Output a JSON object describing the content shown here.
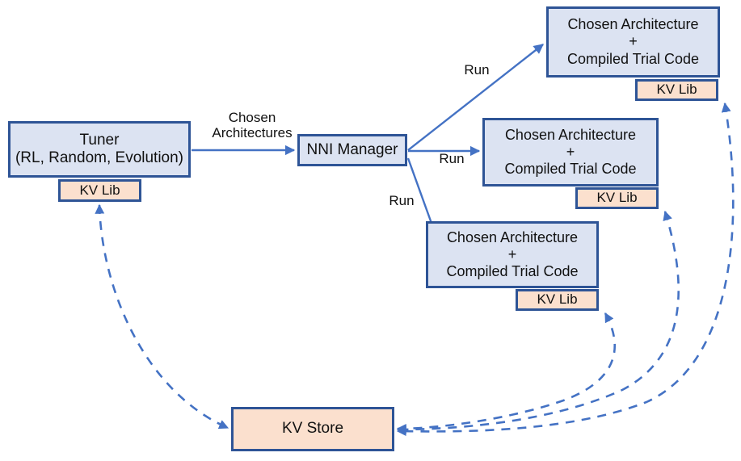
{
  "diagram": {
    "title": "NNI Tuner / Trial / KV Store architecture",
    "colors": {
      "border": "#2E5496",
      "box_blue_fill": "#DCE3F2",
      "box_peach_fill": "#FBE0CE",
      "arrow_solid": "#4472C4",
      "arrow_dashed": "#4472C4",
      "background": "#FFFFFF",
      "text": "#111111"
    },
    "nodes": {
      "tuner": {
        "label": "Tuner\n(RL, Random, Evolution)",
        "kind": "blue-box"
      },
      "tuner_kvlib": {
        "label": "KV Lib",
        "kind": "peach-box"
      },
      "nni_manager": {
        "label": "NNI Manager",
        "kind": "blue-box"
      },
      "trial_top": {
        "label": "Chosen Architecture\n+\nCompiled Trial Code",
        "kind": "blue-box"
      },
      "trial_top_kvlib": {
        "label": "KV Lib",
        "kind": "peach-box"
      },
      "trial_mid": {
        "label": "Chosen Architecture\n+\nCompiled Trial Code",
        "kind": "blue-box"
      },
      "trial_mid_kvlib": {
        "label": "KV Lib",
        "kind": "peach-box"
      },
      "trial_bot": {
        "label": "Chosen Architecture\n+\nCompiled Trial Code",
        "kind": "blue-box"
      },
      "trial_bot_kvlib": {
        "label": "KV Lib",
        "kind": "peach-box"
      },
      "kv_store": {
        "label": "KV Store",
        "kind": "peach-box"
      }
    },
    "edge_labels": {
      "chosen_architectures": "Chosen\nArchitectures",
      "run_top": "Run",
      "run_mid": "Run",
      "run_bot": "Run"
    },
    "edges": [
      {
        "from": "tuner",
        "to": "nni_manager",
        "style": "solid",
        "label": "Chosen Architectures"
      },
      {
        "from": "nni_manager",
        "to": "trial_top",
        "style": "solid",
        "label": "Run"
      },
      {
        "from": "nni_manager",
        "to": "trial_mid",
        "style": "solid",
        "label": "Run"
      },
      {
        "from": "nni_manager",
        "to": "trial_bot",
        "style": "solid",
        "label": "Run"
      },
      {
        "from": "kv_store",
        "to": "tuner_kvlib",
        "style": "dashed",
        "label": "",
        "bidirectional": true
      },
      {
        "from": "kv_store",
        "to": "trial_top_kvlib",
        "style": "dashed",
        "label": "",
        "bidirectional": true
      },
      {
        "from": "kv_store",
        "to": "trial_mid_kvlib",
        "style": "dashed",
        "label": "",
        "bidirectional": true
      },
      {
        "from": "kv_store",
        "to": "trial_bot_kvlib",
        "style": "dashed",
        "label": "",
        "bidirectional": true
      }
    ]
  }
}
